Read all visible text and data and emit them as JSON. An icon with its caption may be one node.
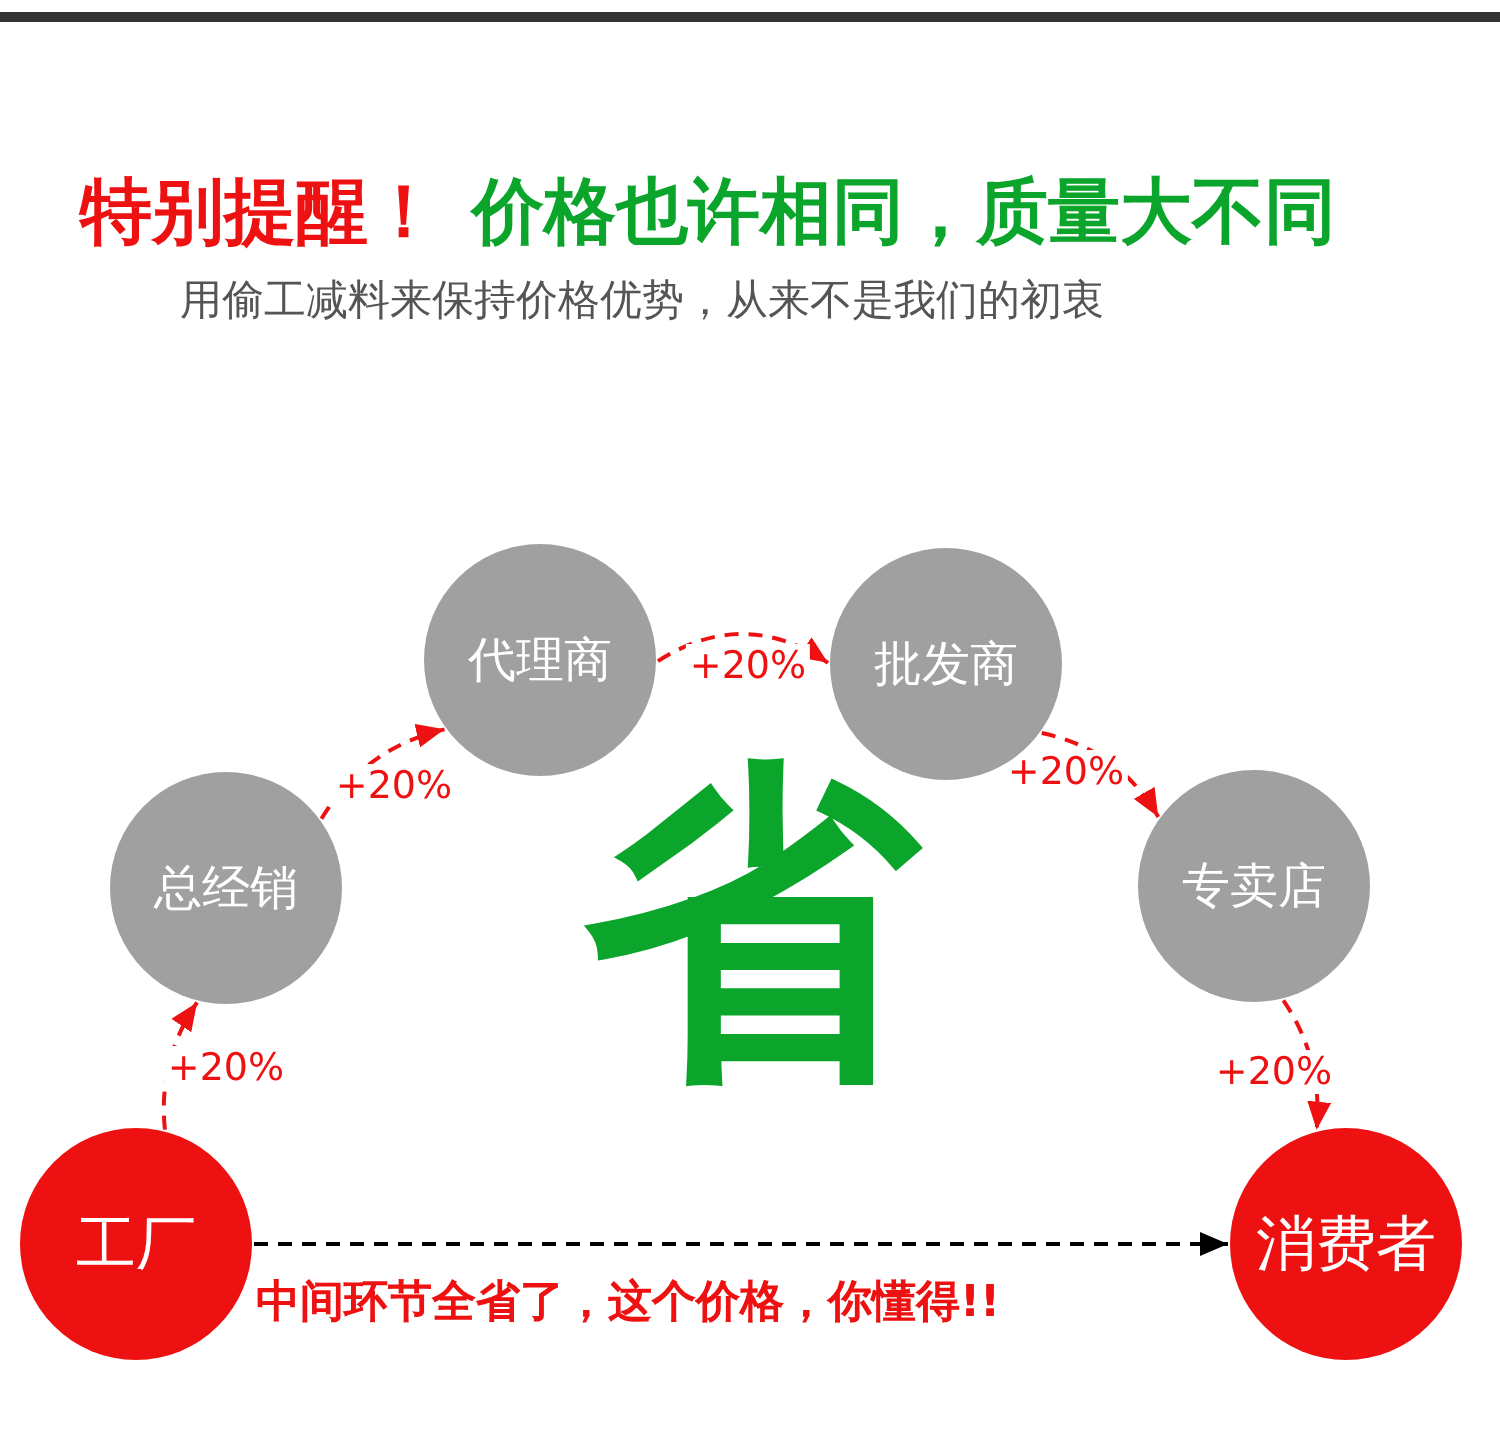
{
  "diagram": {
    "nodes": [
      {
        "text": [
          "工厂"
        ]
      },
      {
        "text": [
          "总经销"
        ]
      },
      {
        "text": [
          "代理商"
        ]
      },
      {
        "text": [
          "批发商"
        ]
      },
      {
        "text": [
          "专卖店"
        ]
      },
      {
        "text": [
          "消费者"
        ]
      }
    ],
    "edges": [
      {
        "from": 0,
        "to": 1,
        "arrow": "to",
        "style": "dashed",
        "label": "+20%"
      },
      {
        "from": 1,
        "to": 2,
        "arrow": "to",
        "style": "dashed",
        "label": "+20%"
      },
      {
        "from": 2,
        "to": 3,
        "arrow": "to",
        "style": "dashed",
        "label": "+20%"
      },
      {
        "from": 3,
        "to": 4,
        "arrow": "to",
        "style": "dashed",
        "label": "+20%"
      },
      {
        "from": 4,
        "to": 5,
        "arrow": "to",
        "style": "dashed",
        "label": "+20%"
      },
      {
        "from": 0,
        "to": 5,
        "arrow": "to",
        "style": "dashed",
        "color": "#000000"
      }
    ],
    "labels": [
      "特别提醒！",
      "价格也许相同，质量大不同",
      "用偷工减料来保持价格优势，从来不是我们的初衷",
      "省",
      "中间环节全省了，这个价格，你懂得!!"
    ]
  }
}
